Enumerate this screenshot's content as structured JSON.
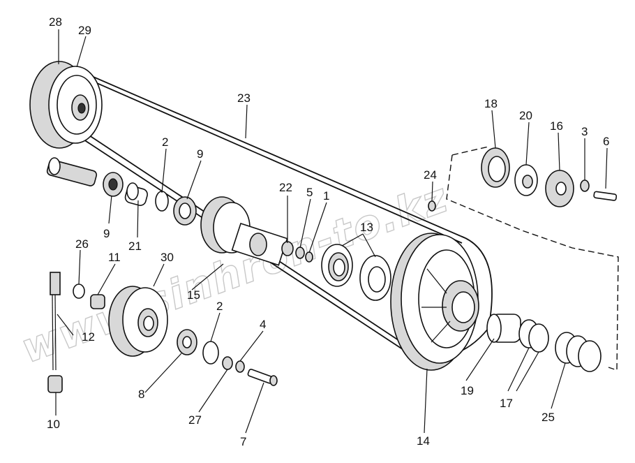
{
  "watermark": "www.sinhron-to.kz",
  "callouts": {
    "n1": "1",
    "n2a": "2",
    "n2b": "2",
    "n3": "3",
    "n4": "4",
    "n5": "5",
    "n6": "6",
    "n7": "7",
    "n8": "8",
    "n9a": "9",
    "n9b": "9",
    "n10": "10",
    "n11": "11",
    "n12": "12",
    "n13": "13",
    "n14": "14",
    "n15": "15",
    "n16": "16",
    "n17": "17",
    "n18": "18",
    "n19": "19",
    "n20": "20",
    "n21": "21",
    "n22": "22",
    "n23": "23",
    "n24": "24",
    "n25": "25",
    "n26": "26",
    "n27": "27",
    "n28": "28",
    "n29": "29",
    "n30": "30"
  }
}
